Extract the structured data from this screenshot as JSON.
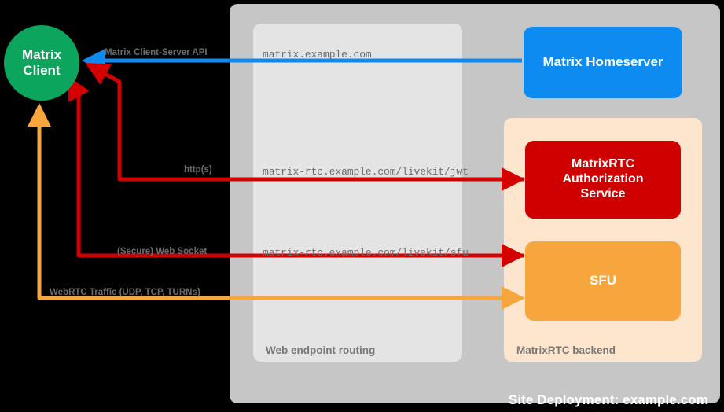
{
  "diagram": {
    "title": "Site Deployment: example.com",
    "colors": {
      "background": "#000000",
      "site_container": "#c6c6c6",
      "web_routing_group": "#e4e4e4",
      "rtc_backend_group": "#fde6cd",
      "matrix_client": "#0ba55e",
      "matrix_homeserver": "#0d8bf0",
      "rtc_auth_service": "#ce0000",
      "sfu": "#f7a63e",
      "arrow_blue": "#0d8bf0",
      "arrow_red": "#d40000",
      "arrow_orange": "#f7a63e",
      "group_label_text": "#777777",
      "endpoint_text": "#6d6d6d"
    }
  },
  "groups": {
    "web_routing": {
      "label": "Web endpoint routing"
    },
    "rtc_backend": {
      "label": "MatrixRTC backend"
    }
  },
  "nodes": {
    "matrix_client": {
      "label": "Matrix\nClient",
      "line1": "Matrix",
      "line2": "Client",
      "shape": "circle"
    },
    "matrix_homeserver": {
      "label": "Matrix Homeserver",
      "shape": "rounded-rect"
    },
    "rtc_auth_service": {
      "line1": "MatrixRTC",
      "line2": "Authorization",
      "line3": "Service",
      "shape": "rounded-rect"
    },
    "sfu": {
      "label": "SFU",
      "shape": "rounded-rect"
    }
  },
  "flows": [
    {
      "id": "client-server-api",
      "protocol_label": "Matrix Client-Server API",
      "endpoint": "matrix.example.com",
      "color": "#0d8bf0",
      "from": "matrix_homeserver",
      "to": "matrix_client"
    },
    {
      "id": "livekit-jwt",
      "protocol_label": "http(s)",
      "endpoint": "matrix-rtc.example.com/livekit/jwt",
      "color": "#d40000",
      "from": "matrix_client",
      "to": "rtc_auth_service",
      "bidirectional": true
    },
    {
      "id": "livekit-sfu",
      "protocol_label": "(Secure) Web Socket",
      "endpoint": "matrix-rtc.example.com/livekit/sfu",
      "color": "#d40000",
      "from": "matrix_client",
      "to": "sfu",
      "bidirectional": true
    },
    {
      "id": "webrtc-media",
      "protocol_label": "WebRTC Traffic (UDP, TCP, TURNs)",
      "endpoint": "",
      "color": "#f7a63e",
      "from": "matrix_client",
      "to": "sfu",
      "bidirectional": true
    }
  ]
}
